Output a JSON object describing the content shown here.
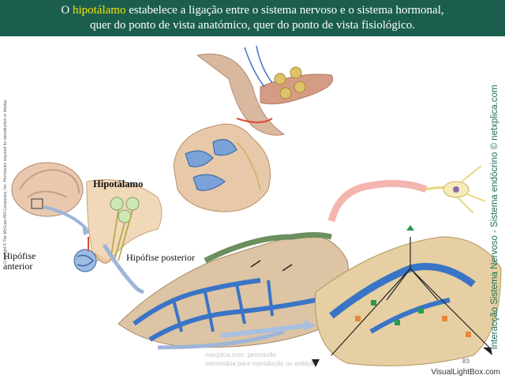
{
  "header": {
    "line1_pre": "O ",
    "line1_highlight": "hipotálamo",
    "line1_post": " estabelece a ligação entre o sistema nervoso e o sistema hormonal,",
    "line2": "quer do ponto de vista anatómico, quer do ponto de vista fisiológico."
  },
  "side_credit": "Interacção Sistema Nervoso - Sistema endócrino © netxplica.com",
  "left_copyright": "Copyright © The McGraw-Hill Companies, Inc. Permission required for reproduction or display.",
  "labels": {
    "hipotalamo": "Hipotálamo",
    "hipofise_posterior": "Hipófise posterior",
    "hipofise_anterior_1": "Hipófise",
    "hipofise_anterior_2": "anterior"
  },
  "page_number": "83",
  "watermark": "VisualLightBox.com",
  "faint_watermark": {
    "line1": "netxplica.com: permissão",
    "line2": "necessária para reprodução ou exibição"
  },
  "colors": {
    "header_bg": "#1b5e4e",
    "highlight": "#f3e600",
    "side_text": "#1b6f57"
  }
}
